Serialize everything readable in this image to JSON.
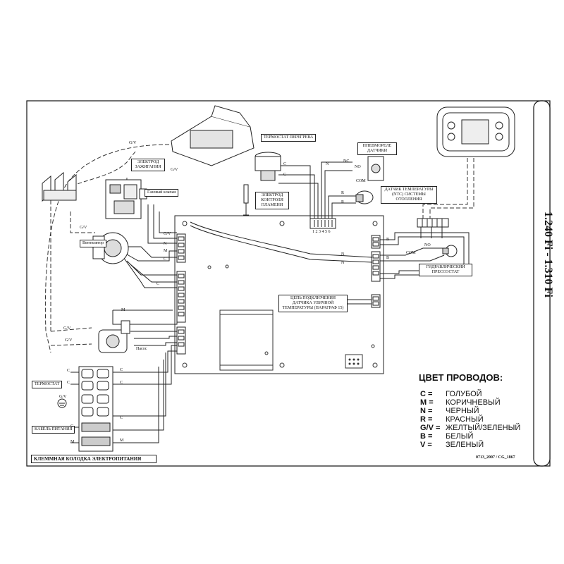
{
  "model_title": "1.240 Fi - 1.310 Fi",
  "footer_code": "0713_2007 / CG_1867",
  "bottom_caption": "КЛЕММНАЯ КОЛОДКА ЭЛЕКТРОПИТАНИЯ",
  "components": {
    "overheat_thermostat": "ТЕРМОСТАТ ПЕРЕГРЕВА",
    "air_pressure_switch": "ПНЕВМОРЕЛЕ ДАТЧИКИ",
    "ignition_electrode": "ЭЛЕКТРОД ЗАЖИГАНИЯ",
    "gas_valve": "Газовый клапан",
    "flame_electrode": "ЭЛЕКТРОД КОНТРОЛЯ ПЛАМЕНИ",
    "ntc_sensor": "ДАТЧИК ТЕМПЕРАТУРЫ (NTC) СИСТЕМЫ ОТОПЛЕНИЯ",
    "fan": "Вентилятор",
    "hydraulic_pressostat": "ГИДРАВЛИЧЕСКИЙ ПРЕССОСТАТ",
    "outdoor_sensor": "ЦЕПЬ ПОДКЛЮЧЕНИЯ ДАТЧИКА УЛИЧНОЙ ТЕМПЕРАТУРЫ (ПАРАГРАФ 15)",
    "pump": "Насос",
    "room_thermostat": "ТЕРМОСТАТ",
    "power_cable": "КАБЕЛЬ ПИТАНИЯ"
  },
  "connector_pins": "1 2 3 4 5 6",
  "wire_letters": {
    "c": "C",
    "m": "M",
    "n": "N",
    "r": "R",
    "b": "B",
    "gv": "G/V",
    "nc": "NC",
    "no": "NO",
    "com": "COM"
  },
  "legend": {
    "title": "ЦВЕТ ПРОВОДОВ:",
    "items": [
      {
        "code": "C =",
        "name": "ГОЛУБОЙ"
      },
      {
        "code": "M =",
        "name": "КОРИЧНЕВЫЙ"
      },
      {
        "code": "N =",
        "name": "ЧЕРНЫЙ"
      },
      {
        "code": "R =",
        "name": "КРАСНЫЙ"
      },
      {
        "code": "G/V =",
        "name": "ЖЕЛТЫЙ/ЗЕЛЕНЫЙ"
      },
      {
        "code": "B =",
        "name": "БЕЛЫЙ"
      },
      {
        "code": "V =",
        "name": "ЗЕЛЕНЫЙ"
      }
    ]
  }
}
